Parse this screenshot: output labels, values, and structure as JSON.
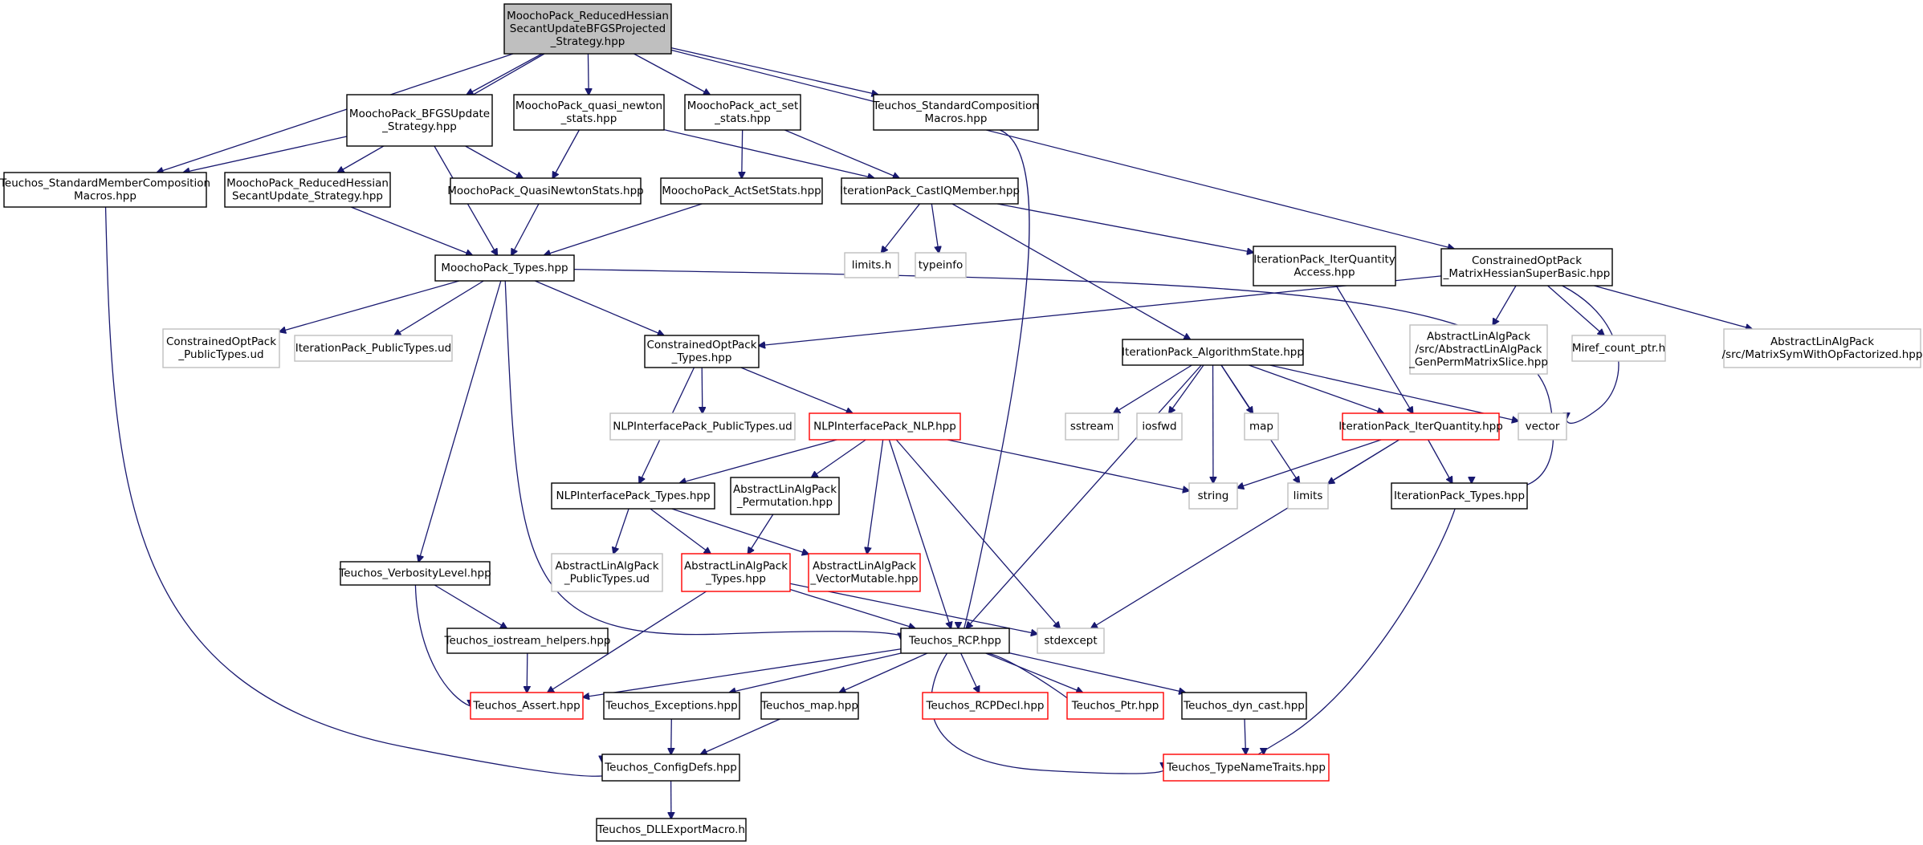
{
  "colors": {
    "edge": "#191970",
    "normal_border": "#000000",
    "missing_border": "#bfbfbf",
    "broken_border": "#ff0000",
    "root_fill": "#bfbfbf"
  },
  "nodes": [
    {
      "id": "root",
      "lines": [
        "MoochoPack_ReducedHessian",
        "SecantUpdateBFGSProjected",
        "_Strategy.hpp"
      ],
      "style": "root"
    },
    {
      "id": "bfgsupdate",
      "lines": [
        "MoochoPack_BFGSUpdate",
        "_Strategy.hpp"
      ],
      "style": "normal"
    },
    {
      "id": "qnstats",
      "lines": [
        "MoochoPack_quasi_newton",
        "_stats.hpp"
      ],
      "style": "normal"
    },
    {
      "id": "actset",
      "lines": [
        "MoochoPack_act_set",
        "_stats.hpp"
      ],
      "style": "normal"
    },
    {
      "id": "stdcomp",
      "lines": [
        "Teuchos_StandardComposition",
        "Macros.hpp"
      ],
      "style": "normal"
    },
    {
      "id": "stdmember",
      "lines": [
        "Teuchos_StandardMemberComposition",
        "Macros.hpp"
      ],
      "style": "normal"
    },
    {
      "id": "rhsecant",
      "lines": [
        "MoochoPack_ReducedHessian",
        "SecantUpdate_Strategy.hpp"
      ],
      "style": "normal"
    },
    {
      "id": "quasinewtonstats",
      "lines": [
        "MoochoPack_QuasiNewtonStats.hpp"
      ],
      "style": "normal"
    },
    {
      "id": "actsetstats",
      "lines": [
        "MoochoPack_ActSetStats.hpp"
      ],
      "style": "normal"
    },
    {
      "id": "castiq",
      "lines": [
        "IterationPack_CastIQMember.hpp"
      ],
      "style": "normal"
    },
    {
      "id": "limitsh",
      "lines": [
        "limits.h"
      ],
      "style": "missing"
    },
    {
      "id": "typeinfo",
      "lines": [
        "typeinfo"
      ],
      "style": "missing"
    },
    {
      "id": "iterqaccess",
      "lines": [
        "IterationPack_IterQuantity",
        "Access.hpp"
      ],
      "style": "normal"
    },
    {
      "id": "matrixhess",
      "lines": [
        "ConstrainedOptPack",
        "_MatrixHessianSuperBasic.hpp"
      ],
      "style": "normal"
    },
    {
      "id": "mptypes",
      "lines": [
        "MoochoPack_Types.hpp"
      ],
      "style": "normal"
    },
    {
      "id": "copublic",
      "lines": [
        "ConstrainedOptPack",
        "_PublicTypes.ud"
      ],
      "style": "missing"
    },
    {
      "id": "itpublic",
      "lines": [
        "IterationPack_PublicTypes.ud"
      ],
      "style": "missing"
    },
    {
      "id": "cotypes",
      "lines": [
        "ConstrainedOptPack",
        "_Types.hpp"
      ],
      "style": "normal"
    },
    {
      "id": "algstate",
      "lines": [
        "IterationPack_AlgorithmState.hpp"
      ],
      "style": "normal"
    },
    {
      "id": "genperm",
      "lines": [
        "AbstractLinAlgPack",
        "/src/AbstractLinAlgPack",
        "_GenPermMatrixSlice.hpp"
      ],
      "style": "missing"
    },
    {
      "id": "mirefcount",
      "lines": [
        "Miref_count_ptr.h"
      ],
      "style": "missing"
    },
    {
      "id": "matsymwith",
      "lines": [
        "AbstractLinAlgPack",
        "/src/MatrixSymWithOpFactorized.hpp"
      ],
      "style": "missing"
    },
    {
      "id": "nlppublic",
      "lines": [
        "NLPInterfacePack_PublicTypes.ud"
      ],
      "style": "missing"
    },
    {
      "id": "nlpnlp",
      "lines": [
        "NLPInterfacePack_NLP.hpp"
      ],
      "style": "broken"
    },
    {
      "id": "sstream",
      "lines": [
        "sstream"
      ],
      "style": "missing"
    },
    {
      "id": "iosfwd",
      "lines": [
        "iosfwd"
      ],
      "style": "missing"
    },
    {
      "id": "map",
      "lines": [
        "map"
      ],
      "style": "missing"
    },
    {
      "id": "iterquantity",
      "lines": [
        "IterationPack_IterQuantity.hpp"
      ],
      "style": "broken"
    },
    {
      "id": "vector",
      "lines": [
        "vector"
      ],
      "style": "missing"
    },
    {
      "id": "nlptypes",
      "lines": [
        "NLPInterfacePack_Types.hpp"
      ],
      "style": "normal"
    },
    {
      "id": "alaperm",
      "lines": [
        "AbstractLinAlgPack",
        "_Permutation.hpp"
      ],
      "style": "normal"
    },
    {
      "id": "string",
      "lines": [
        "string"
      ],
      "style": "missing"
    },
    {
      "id": "limits",
      "lines": [
        "limits"
      ],
      "style": "missing"
    },
    {
      "id": "ittypes",
      "lines": [
        "IterationPack_Types.hpp"
      ],
      "style": "normal"
    },
    {
      "id": "alapublic",
      "lines": [
        "AbstractLinAlgPack",
        "_PublicTypes.ud"
      ],
      "style": "missing"
    },
    {
      "id": "alatypes",
      "lines": [
        "AbstractLinAlgPack",
        "_Types.hpp"
      ],
      "style": "broken"
    },
    {
      "id": "alavecmut",
      "lines": [
        "AbstractLinAlgPack",
        "_VectorMutable.hpp"
      ],
      "style": "broken"
    },
    {
      "id": "verbosity",
      "lines": [
        "Teuchos_VerbosityLevel.hpp"
      ],
      "style": "normal"
    },
    {
      "id": "iostreamhelpers",
      "lines": [
        "Teuchos_iostream_helpers.hpp"
      ],
      "style": "normal"
    },
    {
      "id": "rcp",
      "lines": [
        "Teuchos_RCP.hpp"
      ],
      "style": "normal"
    },
    {
      "id": "stdexcept",
      "lines": [
        "stdexcept"
      ],
      "style": "missing"
    },
    {
      "id": "assert",
      "lines": [
        "Teuchos_Assert.hpp"
      ],
      "style": "broken"
    },
    {
      "id": "exceptions",
      "lines": [
        "Teuchos_Exceptions.hpp"
      ],
      "style": "normal"
    },
    {
      "id": "tmap",
      "lines": [
        "Teuchos_map.hpp"
      ],
      "style": "normal"
    },
    {
      "id": "rcpdecl",
      "lines": [
        "Teuchos_RCPDecl.hpp"
      ],
      "style": "broken"
    },
    {
      "id": "ptr",
      "lines": [
        "Teuchos_Ptr.hpp"
      ],
      "style": "broken"
    },
    {
      "id": "dyncast",
      "lines": [
        "Teuchos_dyn_cast.hpp"
      ],
      "style": "normal"
    },
    {
      "id": "configdefs",
      "lines": [
        "Teuchos_ConfigDefs.hpp"
      ],
      "style": "normal"
    },
    {
      "id": "typenametraits",
      "lines": [
        "Teuchos_TypeNameTraits.hpp"
      ],
      "style": "broken"
    },
    {
      "id": "dllexport",
      "lines": [
        "Teuchos_DLLExportMacro.h"
      ],
      "style": "normal"
    }
  ],
  "edges": [
    [
      "root",
      "bfgsupdate"
    ],
    [
      "root",
      "qnstats"
    ],
    [
      "root",
      "actset"
    ],
    [
      "root",
      "stdcomp"
    ],
    [
      "root",
      "stdmember"
    ],
    [
      "root",
      "rhsecant"
    ],
    [
      "root",
      "matrixhess"
    ],
    [
      "bfgsupdate",
      "stdmember"
    ],
    [
      "bfgsupdate",
      "quasinewtonstats"
    ],
    [
      "bfgsupdate",
      "mptypes"
    ],
    [
      "qnstats",
      "quasinewtonstats"
    ],
    [
      "qnstats",
      "castiq"
    ],
    [
      "actset",
      "actsetstats"
    ],
    [
      "actset",
      "castiq"
    ],
    [
      "stdcomp",
      "rcp"
    ],
    [
      "stdmember",
      "configdefs"
    ],
    [
      "rhsecant",
      "mptypes"
    ],
    [
      "quasinewtonstats",
      "mptypes"
    ],
    [
      "actsetstats",
      "mptypes"
    ],
    [
      "castiq",
      "limitsh"
    ],
    [
      "castiq",
      "typeinfo"
    ],
    [
      "castiq",
      "iterqaccess"
    ],
    [
      "castiq",
      "algstate"
    ],
    [
      "iterqaccess",
      "iterquantity"
    ],
    [
      "matrixhess",
      "cotypes"
    ],
    [
      "matrixhess",
      "genperm"
    ],
    [
      "matrixhess",
      "mirefcount"
    ],
    [
      "matrixhess",
      "matsymwith"
    ],
    [
      "matrixhess",
      "vector"
    ],
    [
      "mptypes",
      "copublic"
    ],
    [
      "mptypes",
      "itpublic"
    ],
    [
      "mptypes",
      "cotypes"
    ],
    [
      "mptypes",
      "ittypes"
    ],
    [
      "mptypes",
      "verbosity"
    ],
    [
      "mptypes",
      "rcp"
    ],
    [
      "cotypes",
      "nlppublic"
    ],
    [
      "cotypes",
      "nlpnlp"
    ],
    [
      "cotypes",
      "nlptypes"
    ],
    [
      "algstate",
      "sstream"
    ],
    [
      "algstate",
      "iosfwd"
    ],
    [
      "algstate",
      "map"
    ],
    [
      "algstate",
      "string"
    ],
    [
      "algstate",
      "limits"
    ],
    [
      "algstate",
      "vector"
    ],
    [
      "algstate",
      "iterquantity"
    ],
    [
      "algstate",
      "rcp"
    ],
    [
      "nlpnlp",
      "nlptypes"
    ],
    [
      "nlpnlp",
      "alaperm"
    ],
    [
      "nlpnlp",
      "alavecmut"
    ],
    [
      "nlpnlp",
      "string"
    ],
    [
      "nlpnlp",
      "rcp"
    ],
    [
      "nlpnlp",
      "stdexcept"
    ],
    [
      "iterquantity",
      "string"
    ],
    [
      "iterquantity",
      "limits"
    ],
    [
      "iterquantity",
      "ittypes"
    ],
    [
      "iterquantity",
      "stdexcept"
    ],
    [
      "nlptypes",
      "alapublic"
    ],
    [
      "nlptypes",
      "alatypes"
    ],
    [
      "nlptypes",
      "alavecmut"
    ],
    [
      "alaperm",
      "alatypes"
    ],
    [
      "ittypes",
      "typenametraits"
    ],
    [
      "alatypes",
      "rcp"
    ],
    [
      "alatypes",
      "stdexcept"
    ],
    [
      "alatypes",
      "assert"
    ],
    [
      "verbosity",
      "iostreamhelpers"
    ],
    [
      "verbosity",
      "assert"
    ],
    [
      "iostreamhelpers",
      "assert"
    ],
    [
      "rcp",
      "assert"
    ],
    [
      "rcp",
      "exceptions"
    ],
    [
      "rcp",
      "tmap"
    ],
    [
      "rcp",
      "rcpdecl"
    ],
    [
      "rcp",
      "ptr"
    ],
    [
      "rcp",
      "dyncast"
    ],
    [
      "rcp",
      "typenametraits"
    ],
    [
      "ptr",
      "rcp"
    ],
    [
      "exceptions",
      "configdefs"
    ],
    [
      "tmap",
      "configdefs"
    ],
    [
      "dyncast",
      "typenametraits"
    ],
    [
      "configdefs",
      "dllexport"
    ]
  ]
}
